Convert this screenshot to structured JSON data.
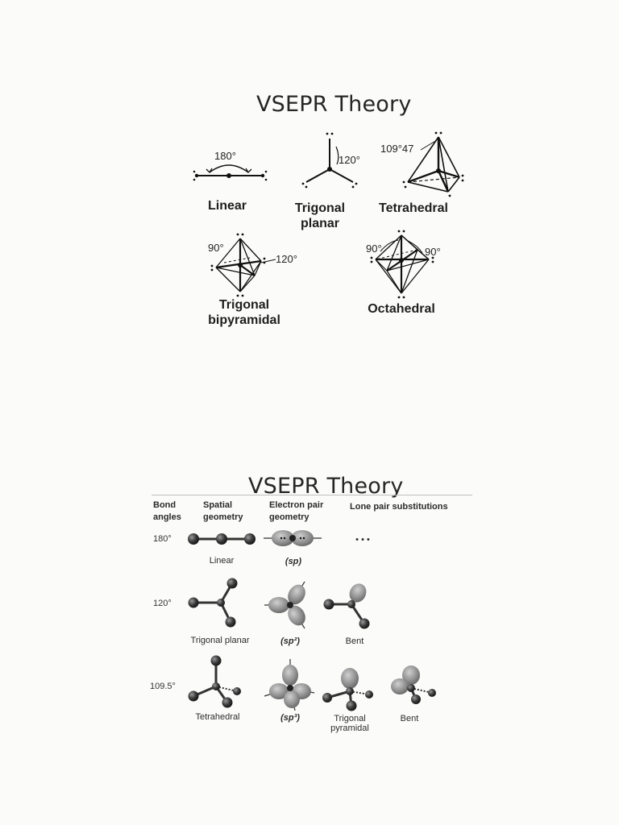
{
  "section1": {
    "title": "VSEPR Theory",
    "shapes": [
      {
        "name": "Linear",
        "angle": "180°"
      },
      {
        "name": "Trigonal\nplanar",
        "angle": "120°"
      },
      {
        "name": "Tetrahedral",
        "angle": "109°47"
      },
      {
        "name": "Trigonal\nbipyramidal",
        "angles": [
          "90°",
          "120°"
        ]
      },
      {
        "name": "Octahedral",
        "angles": [
          "90°",
          "90°"
        ]
      }
    ]
  },
  "section2": {
    "title": "VSEPR Theory",
    "headers": {
      "bond_angles": "Bond\nangles",
      "spatial_geometry": "Spatial\ngeometry",
      "electron_pair_geometry": "Electron pair\ngeometry",
      "lone_pair_substitutions": "Lone pair substitutions"
    },
    "rows": [
      {
        "angle": "180°",
        "spatial": "Linear",
        "hybrid": "(sp)",
        "lone_pair": [
          "• • •"
        ]
      },
      {
        "angle": "120°",
        "spatial": "Trigonal planar",
        "hybrid": "(sp²)",
        "lone_pair": [
          "Bent"
        ]
      },
      {
        "angle": "109.5°",
        "spatial": "Tetrahedral",
        "hybrid": "(sp³)",
        "lone_pair": [
          "Trigonal\npyramidal",
          "Bent"
        ]
      }
    ]
  }
}
